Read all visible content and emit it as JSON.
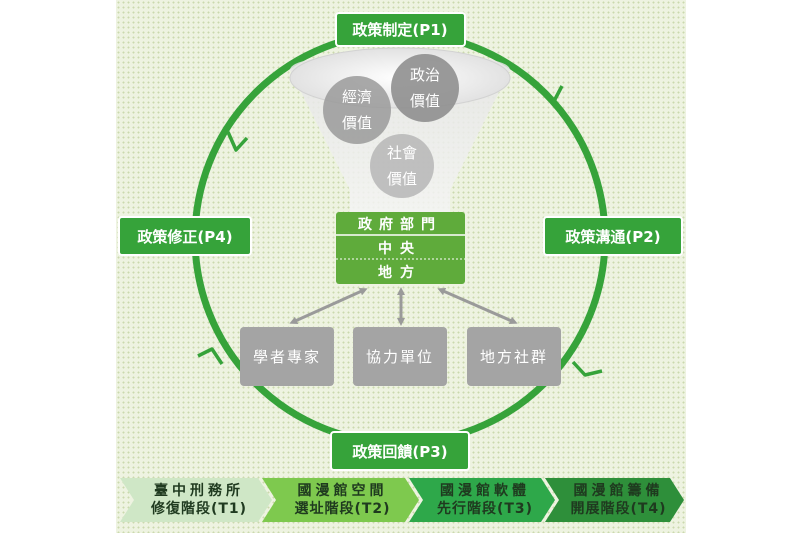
{
  "policy_cycle": {
    "p1": "政策制定(P1)",
    "p2": "政策溝通(P2)",
    "p3": "政策回饋(P3)",
    "p4": "政策修正(P4)"
  },
  "values": {
    "political": [
      "政治",
      "價值"
    ],
    "economic": [
      "經濟",
      "價值"
    ],
    "social": [
      "社會",
      "價值"
    ]
  },
  "government": {
    "title": "政府部門",
    "central": "中央",
    "local": "地方"
  },
  "stakeholders": {
    "scholars": "學者專家",
    "partners": "協力單位",
    "community": "地方社群"
  },
  "stages": [
    {
      "line1": "臺中刑務所",
      "line2": "修復階段(T1)",
      "color": "#cfe7c6",
      "text_color": "#1f3a1f"
    },
    {
      "line1": "國漫館空間",
      "line2": "選址階段(T2)",
      "color": "#7ec94e",
      "text_color": "#1f3a1f"
    },
    {
      "line1": "國漫館軟體",
      "line2": "先行階段(T3)",
      "color": "#2ea84a",
      "text_color": "#1f3a1f"
    },
    {
      "line1": "國漫館籌備",
      "line2": "開展階段(T4)",
      "color": "#2e8f3a",
      "text_color": "#1f3a1f"
    }
  ],
  "colors": {
    "cycle_green": "#36a33a",
    "gov_green": "#5fab3b",
    "gray_box": "#a4a4a4",
    "arrow_gray": "#9a9a9a"
  }
}
